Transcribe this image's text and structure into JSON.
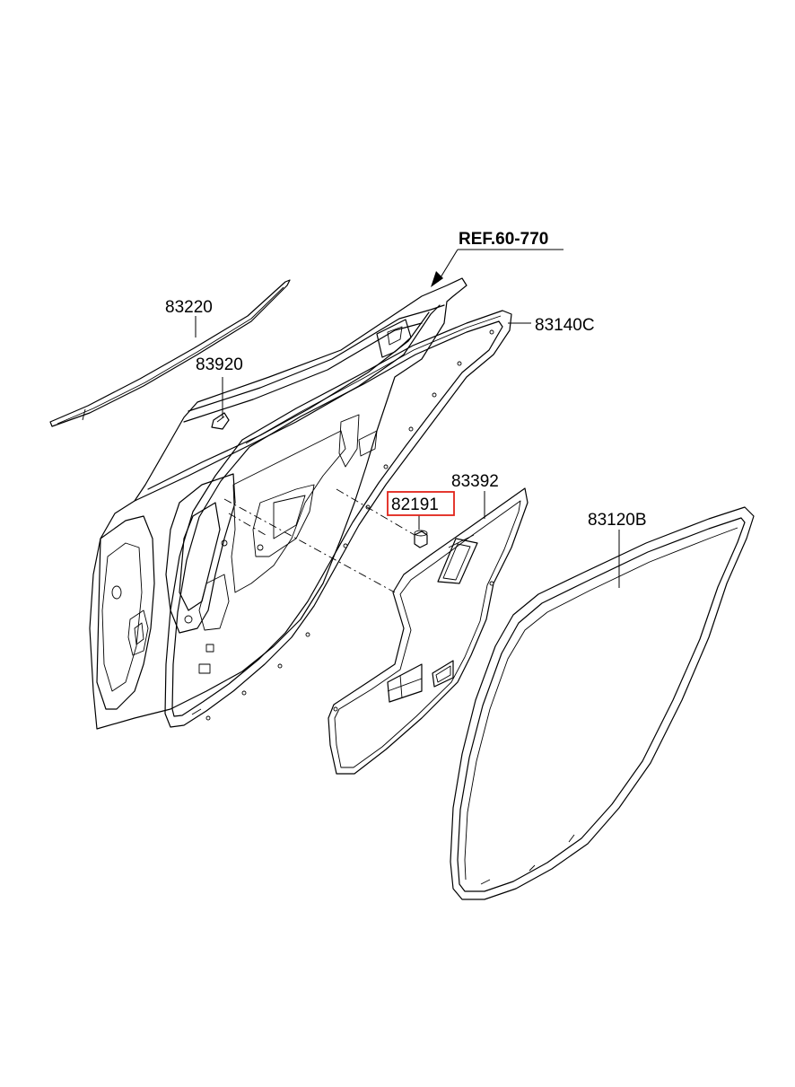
{
  "ref_label": "REF.60-770",
  "parts": [
    {
      "id": "83220",
      "label": "83220",
      "highlighted": false
    },
    {
      "id": "83920",
      "label": "83920",
      "highlighted": false
    },
    {
      "id": "83140C",
      "label": "83140C",
      "highlighted": false
    },
    {
      "id": "83392",
      "label": "83392",
      "highlighted": false
    },
    {
      "id": "82191",
      "label": "82191",
      "highlighted": true
    },
    {
      "id": "83120B",
      "label": "83120B",
      "highlighted": false
    }
  ],
  "colors": {
    "line": "#000000",
    "background": "#ffffff",
    "highlight": "#e2231a"
  }
}
